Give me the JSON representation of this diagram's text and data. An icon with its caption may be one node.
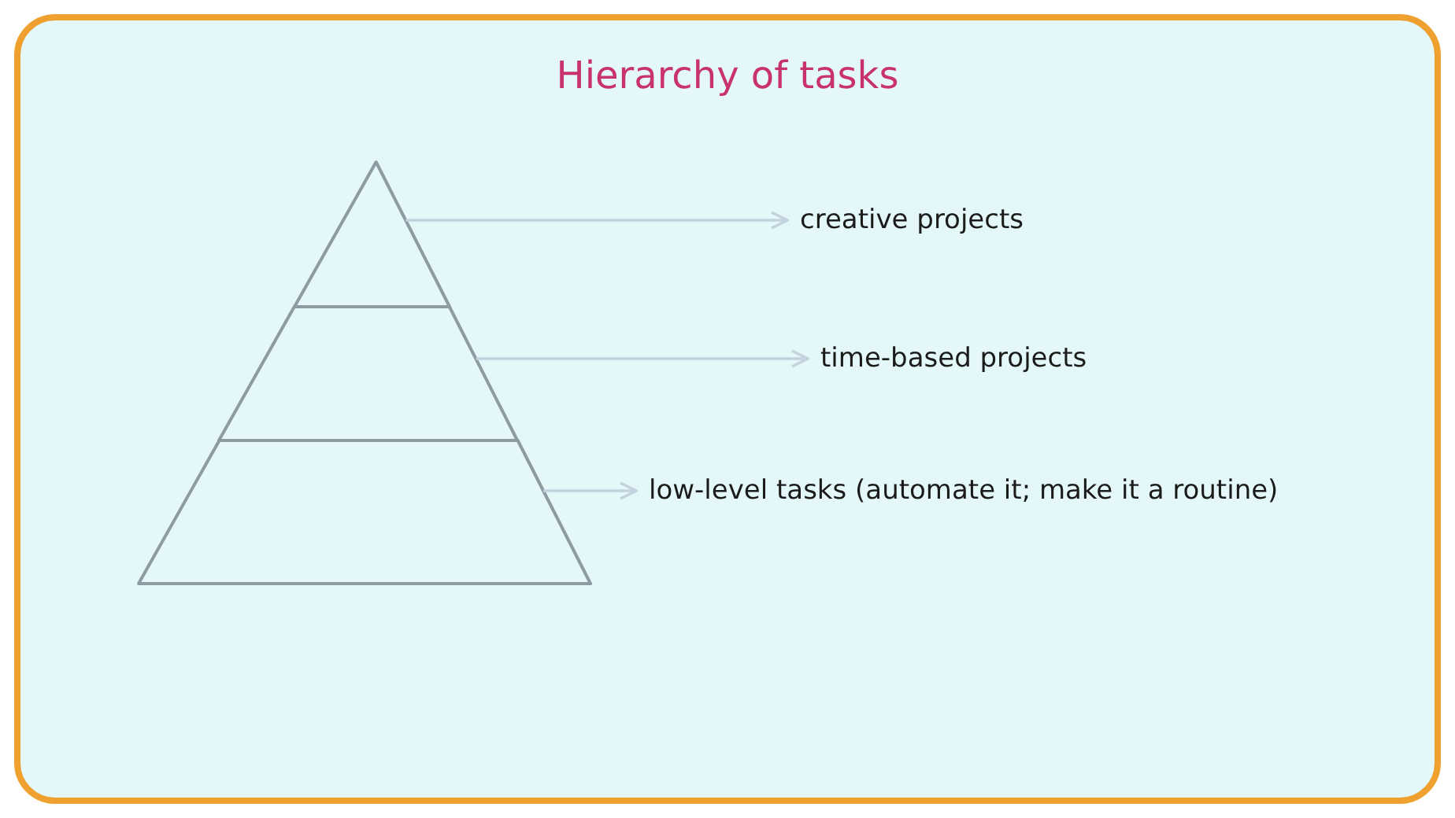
{
  "diagram": {
    "title": "Hierarchy of tasks",
    "nodes": [
      {
        "text": [],
        "shape": "triangle"
      },
      {
        "text": [],
        "shape": "trapezoid"
      },
      {
        "text": [],
        "shape": "trapezoid"
      },
      {
        "text": [
          "creative projects"
        ]
      },
      {
        "text": [
          "time-based projects"
        ]
      },
      {
        "text": [
          "low-level tasks (automate it; make it a routine)"
        ]
      }
    ],
    "edges": [
      {
        "from": 0,
        "to": 3,
        "arrow": "to"
      },
      {
        "from": 1,
        "to": 4,
        "arrow": "to"
      },
      {
        "from": 2,
        "to": 5,
        "arrow": "to"
      }
    ]
  }
}
